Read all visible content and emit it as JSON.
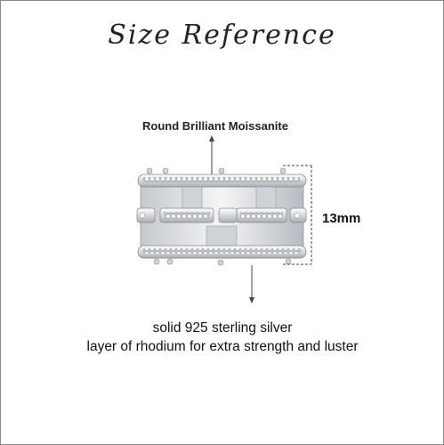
{
  "title": "Size Reference",
  "callout_top": "Round Brilliant Moissanite",
  "dimension": "13mm",
  "description": {
    "line1": "solid 925 sterling silver",
    "line2": "layer of rhodium for extra strength and luster"
  },
  "colors": {
    "frame": "#8a8a8a",
    "metal": "#d9dbde",
    "metal_shadow": "#9ea2a8",
    "pave": "#f2f3f5",
    "text": "#222222"
  }
}
